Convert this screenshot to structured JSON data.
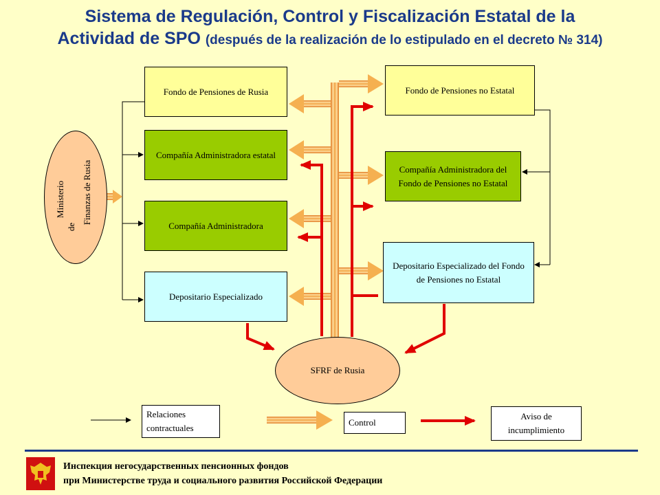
{
  "title": {
    "line1": "Sistema de Regulación, Control y Fiscalización Estatal de la",
    "line2_main": "Actividad de SPO",
    "line2_sub": "(después de la realización de lo estipulado en el decreto № 314)"
  },
  "nodes": {
    "fondo_rusia": "Fondo de Pensiones de Rusia",
    "compania_estatal": "Compañía Administradora estatal",
    "compania": "Compañía Administradora",
    "depositario": "Depositario Especializado",
    "fondo_no_estatal": "Fondo de Pensiones no Estatal",
    "compania_no_estatal": "Compañía Administradora del Fondo de Pensiones no Estatal",
    "depositario_no_estatal": "Depositario Especializado del Fondo de Pensiones no Estatal",
    "sfrf": "SFRF de Rusia",
    "ministerio_line1": "Ministerio",
    "ministerio_line2": "de",
    "ministerio_line3": "Finanzas de Rusia"
  },
  "legend": {
    "contractual": "Relaciones contractuales",
    "control": "Control",
    "aviso": "Aviso de incumplimiento"
  },
  "colors": {
    "background": "#ffffc8",
    "title": "#1a3a8a",
    "yellow_box": "#ffff99",
    "green_box": "#99cc00",
    "cyan_box": "#ccffff",
    "oval": "#ffcc99",
    "control_arrow": "#f5b050",
    "violation_arrow": "#e00000"
  },
  "footer": {
    "line1": "Инспекция негосударственных пенсионных фондов",
    "line2": "при Министерстве труда и социального развития Российской Федерации",
    "emblem_icon": "russian-coat-of-arms-icon"
  }
}
